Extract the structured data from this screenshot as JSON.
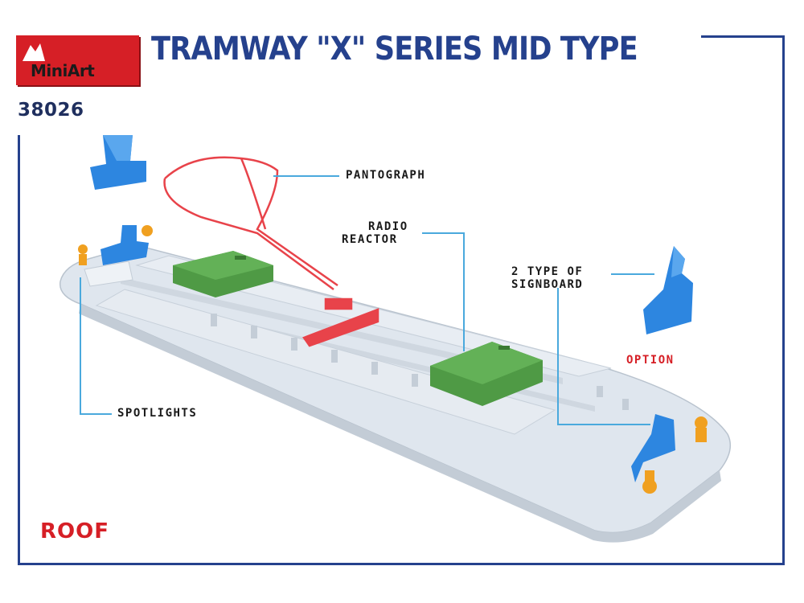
{
  "brand": {
    "logo_text": "MiniArt"
  },
  "header": {
    "title": "TRAMWAY \"X\" SERIES MID TYPE",
    "kit_number": "38026"
  },
  "callouts": {
    "pantograph": "PANTOGRAPH",
    "radio_reactor_line1": "RADIO",
    "radio_reactor_line2": "REACTOR",
    "signboard_line1": "2 TYPE OF",
    "signboard_line2": "SIGNBOARD",
    "spotlights": "SPOTLIGHTS",
    "option": "OPTION"
  },
  "section_label": "ROOF",
  "colors": {
    "frame": "#25418d",
    "brand_red": "#d61f26",
    "leader_line": "#4aa9dd",
    "roof": "#dfe6ee",
    "reactor": "#4f9a45",
    "pantograph": "#e8434a",
    "signboard": "#2d86e0",
    "spotlight": "#f0a020"
  }
}
